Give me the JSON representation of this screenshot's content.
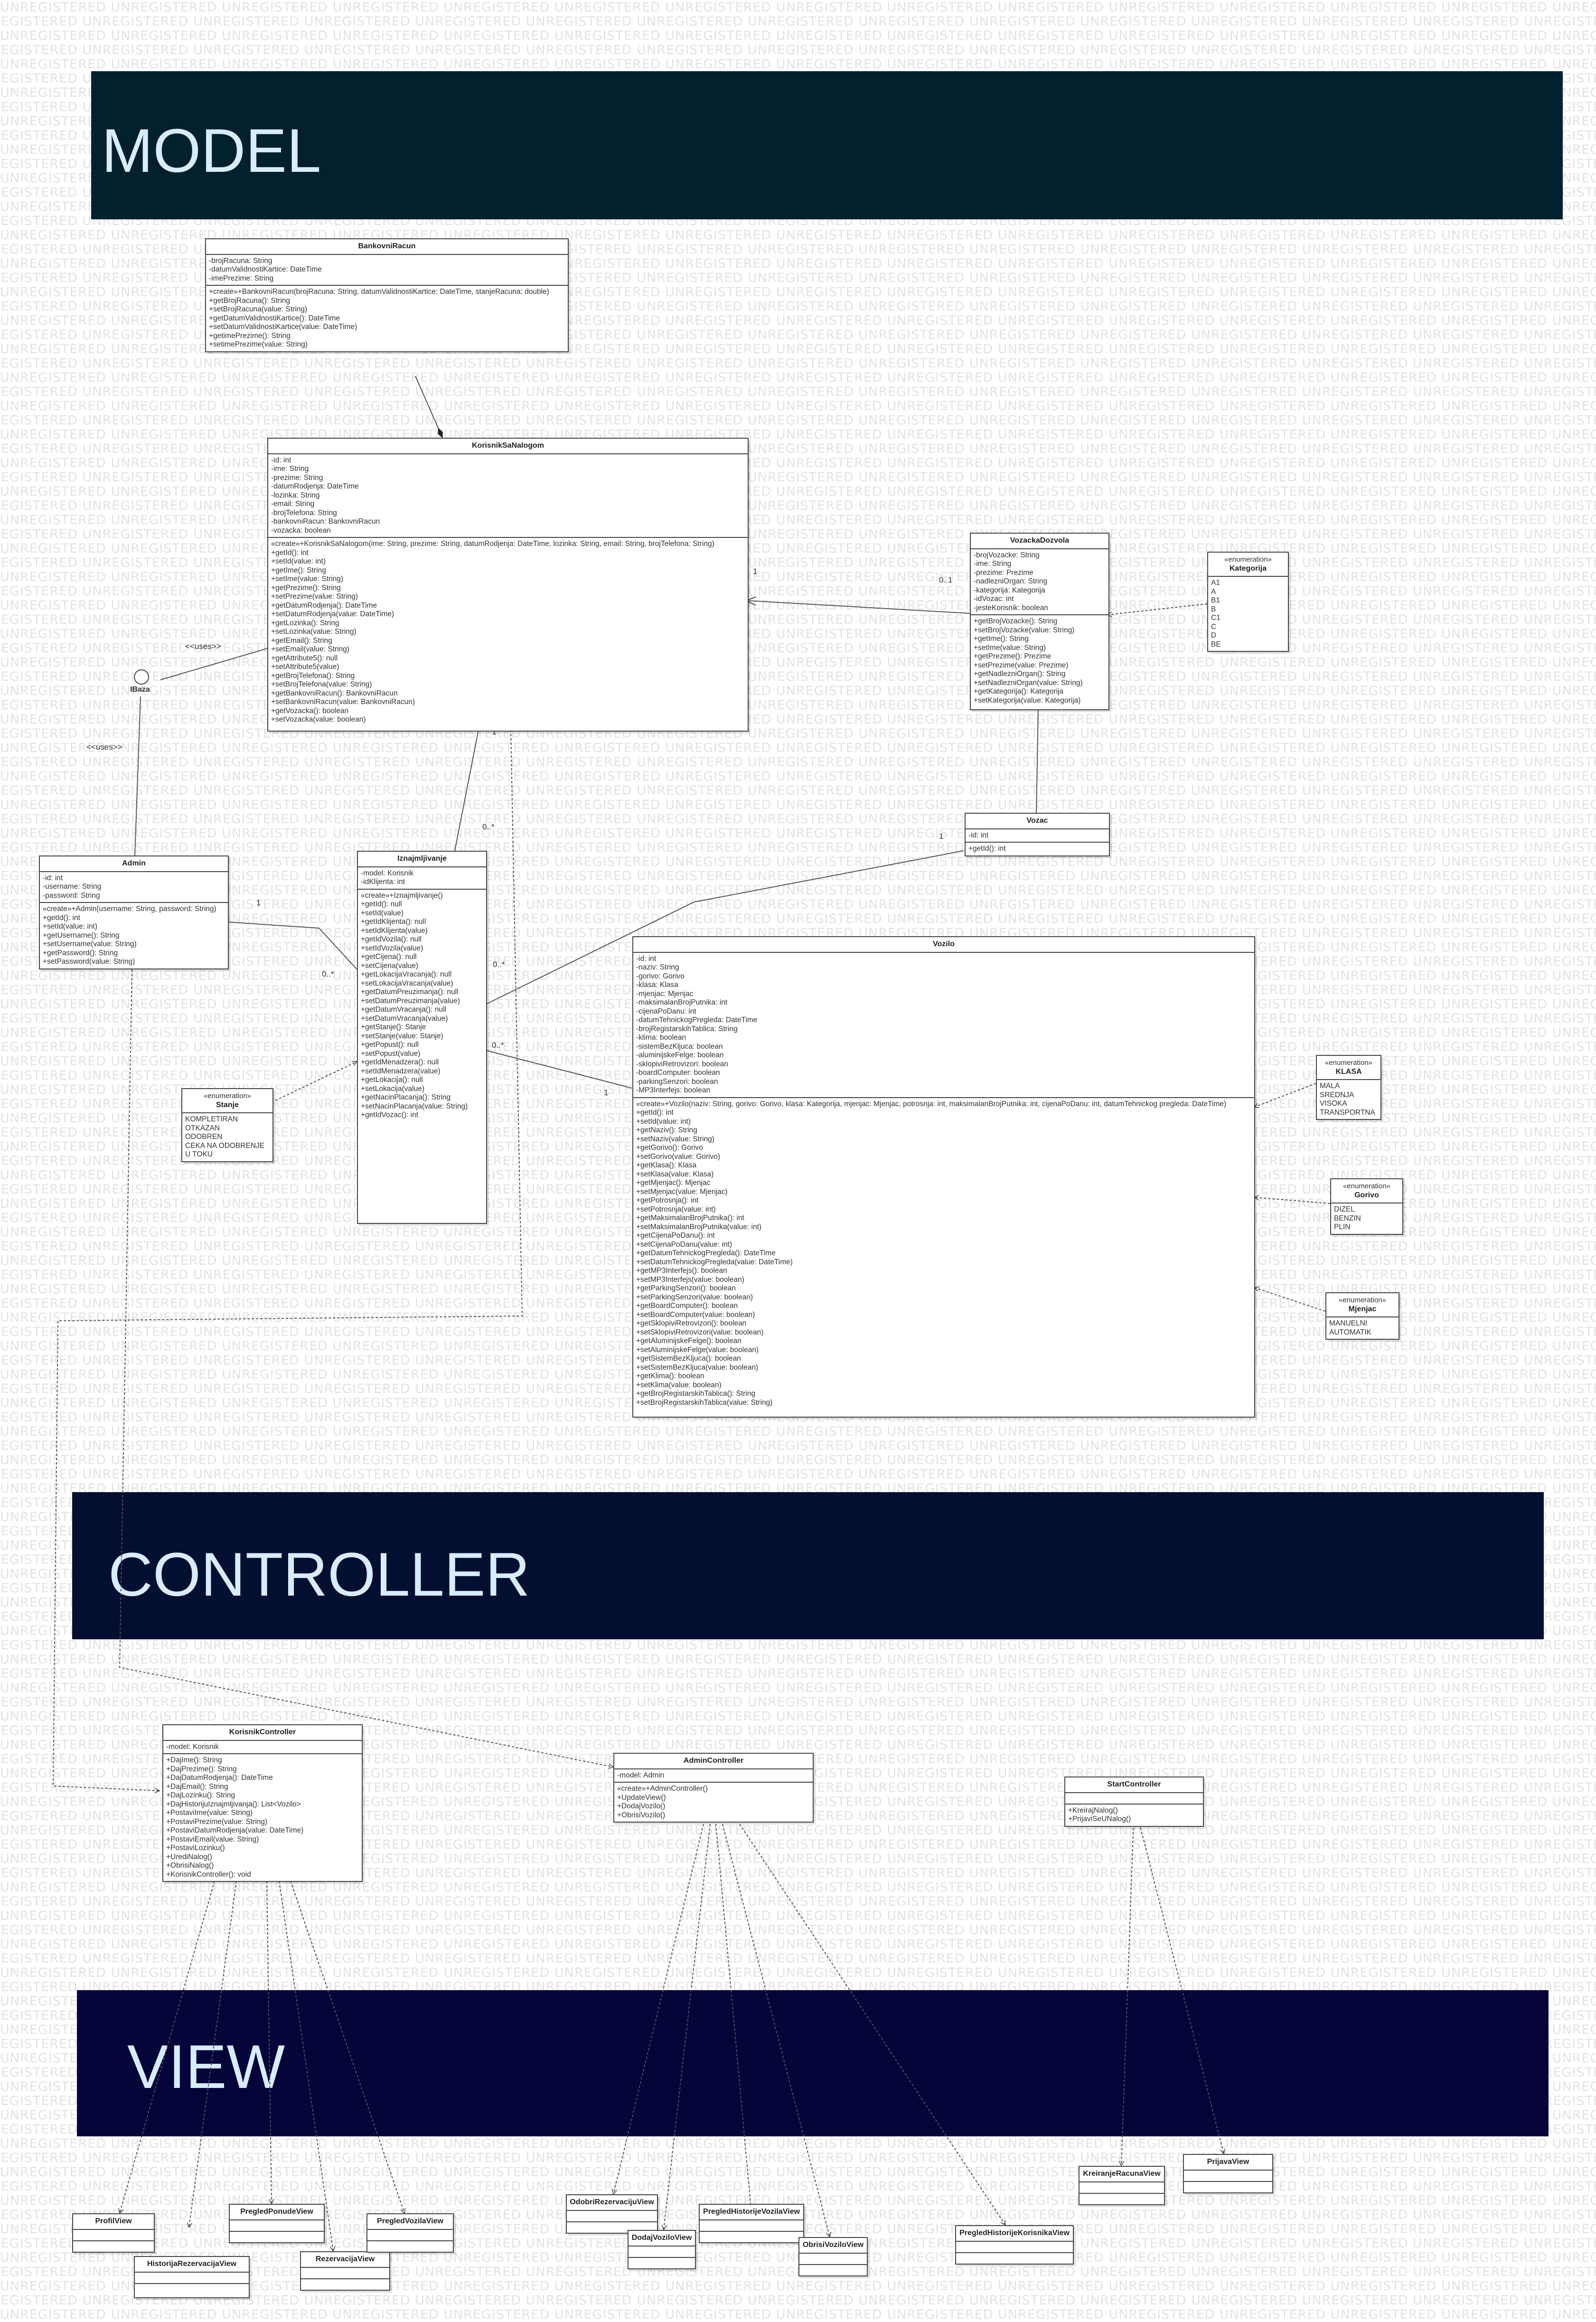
{
  "watermark": "UNREGISTERED",
  "sections": {
    "model": "MODEL",
    "controller": "CONTROLLER",
    "view": "VIEW"
  },
  "colors": {
    "model_banner": "#03202e",
    "controller_banner": "#040e30",
    "view_banner": "#06053a",
    "banner_text": "#d8ecff"
  },
  "interface": {
    "name": "IBaza",
    "uses_label_1": "<<uses>>",
    "uses_label_2": "<<uses>>"
  },
  "multiplicities": [
    "1",
    "0..1",
    "1",
    "0..*",
    "1",
    "0..*",
    "0..*",
    "0..*",
    "1",
    "1"
  ],
  "classes": [
    {
      "id": "BankovniRacun",
      "name": "BankovniRacun",
      "attributes": [
        "-brojRacuna: String",
        "-datumValidnostiKartice: DateTime",
        "-imePrezime: String"
      ],
      "methods": [
        "+create»+BankovniRacun(brojRacuna: String, datumValidnostiKartice: DateTime, stanjeRacuna: double)",
        "+getBrojRacuna(): String",
        "+setBrojRacuna(value: String)",
        "+getDatumValidnostiKartice(): DateTime",
        "+setDatumValidnostiKartice(value: DateTime)",
        "+getimePrezime(): String",
        "+setimePrezime(value: String)"
      ]
    },
    {
      "id": "KorisnikSaNalogom",
      "name": "KorisnikSaNalogom",
      "attributes": [
        "-id: int",
        "-ime: String",
        "-prezime: String",
        "-datumRodjenja: DateTime",
        "-lozinka: String",
        "-email: String",
        "-brojTelefona: String",
        "-bankovniRacun: BankovniRacun",
        "-vozacka: boolean"
      ],
      "methods": [
        "«create»+KorisnikSaNalogom(ime: String, prezime: String, datumRodjenja: DateTime, lozinka: String, email: String, brojTelefona: String)",
        "+getId(): int",
        "+setId(value: int)",
        "+getIme(): String",
        "+setIme(value: String)",
        "+getPrezime(): String",
        "+setPrezime(value: String)",
        "+getDatumRodjenja(): DateTime",
        "+setDatumRodjenja(value: DateTime)",
        "+getLozinka(): String",
        "+setLozinka(value: String)",
        "+getEmail(): String",
        "+setEmail(value: String)",
        "+getAttribute5(): null",
        "+setAttribute5(value)",
        "+getBrojTelefona(): String",
        "+setBrojTelefona(value: String)",
        "+getBankovniRacun(): BankovniRacun",
        "+setBankovniRacun(value: BankovniRacun)",
        "+getVozacka(): boolean",
        "+setVozacka(value: boolean)"
      ]
    },
    {
      "id": "VozackaDozvola",
      "name": "VozackaDozvola",
      "attributes": [
        "-brojVozacke: String",
        "-ime: String",
        "-prezime: Prezime",
        "-nadlezniOrgan: String",
        "-kategorija: Kategorija",
        "-idVozac: int",
        "-jesteKorisnik: boolean"
      ],
      "methods": [
        "+getBrojVozacke(): String",
        "+setBrojVozacke(value: String)",
        "+getIme(): String",
        "+setIme(value: String)",
        "+getPrezime(): Prezime",
        "+setPrezime(value: Prezime)",
        "+getNadlezniOrgan(): String",
        "+setNadlezniOrgan(value: String)",
        "+getKategorija(): Kategorija",
        "+setKategorija(value: Kategorija)"
      ]
    },
    {
      "id": "Kategorija",
      "stereotype": "«enumeration»",
      "name": "Kategorija",
      "literals": [
        "A1",
        "A",
        "B1",
        "B",
        "C1",
        "C",
        "D",
        "BE"
      ]
    },
    {
      "id": "Admin",
      "name": "Admin",
      "attributes": [
        "-id: int",
        "-username: String",
        "-password: String"
      ],
      "methods": [
        "«create»+Admin(username: String, password: String)",
        "+getId(): int",
        "+setId(value: int)",
        "+getUsername(): String",
        "+setUsername(value: String)",
        "+getPassword(): String",
        "+setPassword(value: String)"
      ]
    },
    {
      "id": "Iznajmljivanje",
      "name": "Iznajmljivanje",
      "attributes": [
        "-model: Korisnik",
        "-idKlijenta: int"
      ],
      "methods": [
        "«create»+Iznajmljivanje()",
        "+getId(): null",
        "+setId(value)",
        "+getIdKlijenta(): null",
        "+setIdKlijenta(value)",
        "+getIdVozila(): null",
        "+setIdVozila(value)",
        "+getCijena(): null",
        "+setCijena(value)",
        "+getLokacijaVracanja(): null",
        "+setLokacijaVracanja(value)",
        "+getDatumPreuzimanja(): null",
        "+setDatumPreuzimanja(value)",
        "+getDatumVracanja(): null",
        "+setDatumVracanja(value)",
        "+getStanje(): Stanje",
        "+setStanje(value: Stanje)",
        "+getPopust(): null",
        "+setPopust(value)",
        "+getIdMenadzera(): null",
        "+setIdMenadzera(value)",
        "+getLokacija(): null",
        "+setLokacija(value)",
        "+getNacinPlacanja(): String",
        "+setNacinPlacanja(value: String)",
        "+getIdVozac(): int"
      ]
    },
    {
      "id": "Vozac",
      "name": "Vozac",
      "attributes": [
        "-id: int"
      ],
      "methods": [
        "+getId(): int"
      ]
    },
    {
      "id": "Vozilo",
      "name": "Vozilo",
      "attributes": [
        "-id: int",
        "-naziv: String",
        "-gorivo: Gorivo",
        "-klasa: Klasa",
        "-mjenjac: Mjenjac",
        "-maksimalanBrojPutnika: int",
        "-cijenaPoDanu: int",
        "-datumTehnickogPregleda: DateTime",
        "-brojRegistarskihTablica: String",
        "-klima: boolean",
        "-sistemBezKljuca: boolean",
        "-aluminijskeFelge: boolean",
        "-sklopiviRetrovizori: boolean",
        "-boardComputer: boolean",
        "-parkingSenzori: boolean",
        "-MP3Interfejs: boolean"
      ],
      "methods": [
        "«create»+Vozilo(naziv: String, gorivo: Gorivo, klasa: Kategorija, mjenjac: Mjenjac, potrosnja: int, maksimalanBrojPutnika: int, cijenaPoDanu: int, datumTehnickog pregleda: DateTime)",
        "+getId(): int",
        "+setId(value: int)",
        "+getNaziv(): String",
        "+setNaziv(value: String)",
        "+getGorivo(): Gorivo",
        "+setGorivo(value: Gorivo)",
        "+getKlasa(): Klasa",
        "+setKlasa(value: Klasa)",
        "+getMjenjac(): Mjenjac",
        "+setMjenjac(value: Mjenjac)",
        "+getPotrosnja(): int",
        "+setPotrosnja(value: int)",
        "+getMaksimalanBrojPutnika(): int",
        "+setMaksimalanBrojPutnika(value: int)",
        "+getCijenaPoDanu(): int",
        "+setCijenaPoDanu(value: int)",
        "+getDatumTehnickogPregleda(): DateTime",
        "+setDatumTehnickogPregleda(value: DateTime)",
        "+getMP3Interfejs(): boolean",
        "+setMP3Interfejs(value: boolean)",
        "+getParkingSenzori(): boolean",
        "+setParkingSenzori(value: boolean)",
        "+getBoardComputer(): boolean",
        "+setBoardComputer(value: boolean)",
        "+getSklopiviRetrovizori(): boolean",
        "+setSklopiviRetrovizori(value: boolean)",
        "+getAluminijskeFelge(): boolean",
        "+setAluminijskeFelge(value: boolean)",
        "+getSistemBezKljuca(): boolean",
        "+setSistemBezKljuca(value: boolean)",
        "+getKlima(): boolean",
        "+setKlima(value: boolean)",
        "+getBrojRegistarskihTablica(): String",
        "+setBrojRegistarskihTablica(value: String)"
      ]
    },
    {
      "id": "Stanje",
      "stereotype": "«enumeration»",
      "name": "Stanje",
      "literals": [
        "KOMPLETIRAN",
        "OTKAZAN",
        "ODOBREN",
        "CEKA NA ODOBRENJE",
        "U TOKU"
      ]
    },
    {
      "id": "KLASA",
      "stereotype": "«enumeration»",
      "name": "KLASA",
      "literals": [
        "MALA",
        "SREDNJA",
        "VISOKA",
        "TRANSPORTNA"
      ]
    },
    {
      "id": "Gorivo",
      "stereotype": "«enumeration»",
      "name": "Gorivo",
      "literals": [
        "DIZEL",
        "BENZIN",
        "PLIN"
      ]
    },
    {
      "id": "Mjenjac",
      "stereotype": "«enumeration»",
      "name": "Mjenjac",
      "literals": [
        "MANUELNI",
        "AUTOMATIK"
      ]
    },
    {
      "id": "KorisnikController",
      "name": "KorisnikController",
      "attributes": [
        "-model: Korisnik"
      ],
      "methods": [
        "+DajIme(): String",
        "+DajPrezime(): String",
        "+DajDatumRodjenja(): DateTime",
        "+DajEmail(): String",
        "+DajLozinku(): String",
        "+DajHistorijuIznajmljivanja(): List<Vozilo>",
        "+PostaviIme(value: String)",
        "+PostaviPrezime(value: String)",
        "+PostaviDatumRodjenja(value: DateTime)",
        "+PostaviEmail(value: String)",
        "+PostaviLozinku()",
        "+UrediNalog()",
        "+ObrisiNalog()",
        "+KorisnikController(): void"
      ]
    },
    {
      "id": "AdminController",
      "name": "AdminController",
      "attributes": [
        "-model: Admin"
      ],
      "methods": [
        "«create»+AdminController()",
        "+UpdateView()",
        "+DodajVozilo()",
        "+ObrisiVozilo()"
      ]
    },
    {
      "id": "StartController",
      "name": "StartController",
      "attributes": [],
      "methods": [
        "+KreirajNalog()",
        "+PrijaviSeUNalog()"
      ]
    },
    {
      "id": "ProfilView",
      "name": "ProfilView",
      "attributes": [],
      "methods": []
    },
    {
      "id": "HistorijaRezervacijaView",
      "name": "HistorijaRezervacijaView",
      "attributes": [],
      "methods": []
    },
    {
      "id": "PregledPonudeView",
      "name": "PregledPonudeView",
      "attributes": [],
      "methods": []
    },
    {
      "id": "RezervacijaView",
      "name": "RezervacijaView",
      "attributes": [],
      "methods": []
    },
    {
      "id": "PregledVozilaView",
      "name": "PregledVozilaView",
      "attributes": [],
      "methods": []
    },
    {
      "id": "OdobriRezervacijuView",
      "name": "OdobriRezervacijuView",
      "attributes": [],
      "methods": []
    },
    {
      "id": "DodajVoziloView",
      "name": "DodajVoziloView",
      "attributes": [],
      "methods": []
    },
    {
      "id": "PregledHistorijeVozilaView",
      "name": "PregledHistorijeVozilaView",
      "attributes": [],
      "methods": []
    },
    {
      "id": "ObrisiVoziloView",
      "name": "ObrisiVoziloView",
      "attributes": [],
      "methods": []
    },
    {
      "id": "PregledHistorijeKorisnikaView",
      "name": "PregledHistorijeKorisnikaView",
      "attributes": [],
      "methods": []
    },
    {
      "id": "KreiranjeRacunaView",
      "name": "KreiranjeRacunaView",
      "attributes": [],
      "methods": []
    },
    {
      "id": "PrijavaView",
      "name": "PrijavaView",
      "attributes": [],
      "methods": []
    }
  ]
}
